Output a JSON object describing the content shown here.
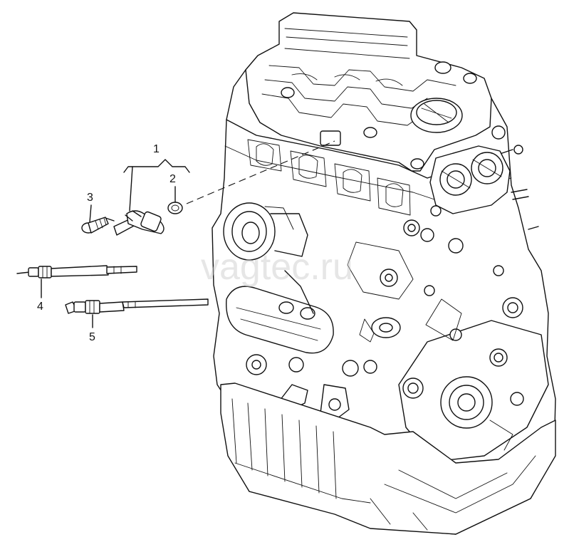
{
  "callouts": {
    "c1": "1",
    "c2": "2",
    "c3": "3",
    "c4": "4",
    "c5": "5"
  },
  "watermark": "vagtec.ru"
}
